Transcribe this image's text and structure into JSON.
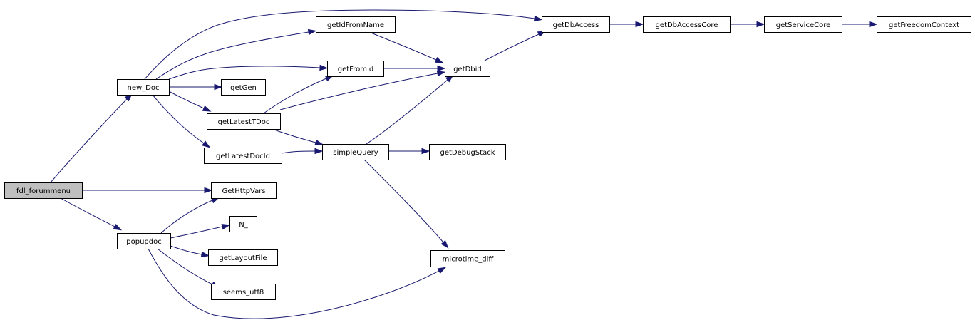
{
  "colors": {
    "edge": "#191970",
    "node_fill": "#ffffff",
    "root_fill": "#bfbfbf",
    "node_border": "#000000"
  },
  "nodes": [
    {
      "id": "fdl_forummenu",
      "label": "fdl_forummenu",
      "root": true
    },
    {
      "id": "new_Doc",
      "label": "new_Doc"
    },
    {
      "id": "popupdoc",
      "label": "popupdoc"
    },
    {
      "id": "getIdFromName",
      "label": "getIdFromName"
    },
    {
      "id": "getFromId",
      "label": "getFromId"
    },
    {
      "id": "getGen",
      "label": "getGen"
    },
    {
      "id": "getLatestTDoc",
      "label": "getLatestTDoc"
    },
    {
      "id": "getLatestDocId",
      "label": "getLatestDocId"
    },
    {
      "id": "GetHttpVars",
      "label": "GetHttpVars"
    },
    {
      "id": "N_",
      "label": "N_"
    },
    {
      "id": "getLayoutFile",
      "label": "getLayoutFile"
    },
    {
      "id": "seems_utf8",
      "label": "seems_utf8"
    },
    {
      "id": "simpleQuery",
      "label": "simpleQuery"
    },
    {
      "id": "getDbid",
      "label": "getDbid"
    },
    {
      "id": "getDebugStack",
      "label": "getDebugStack"
    },
    {
      "id": "microtime_diff",
      "label": "microtime_diff"
    },
    {
      "id": "getDbAccess",
      "label": "getDbAccess"
    },
    {
      "id": "getDbAccessCore",
      "label": "getDbAccessCore"
    },
    {
      "id": "getServiceCore",
      "label": "getServiceCore"
    },
    {
      "id": "getFreedomContext",
      "label": "getFreedomContext"
    }
  ],
  "edges": [
    {
      "from": "fdl_forummenu",
      "to": "new_Doc"
    },
    {
      "from": "fdl_forummenu",
      "to": "GetHttpVars"
    },
    {
      "from": "fdl_forummenu",
      "to": "popupdoc"
    },
    {
      "from": "new_Doc",
      "to": "getDbAccess"
    },
    {
      "from": "new_Doc",
      "to": "getIdFromName"
    },
    {
      "from": "new_Doc",
      "to": "getFromId"
    },
    {
      "from": "new_Doc",
      "to": "getGen"
    },
    {
      "from": "new_Doc",
      "to": "getLatestTDoc"
    },
    {
      "from": "new_Doc",
      "to": "getLatestDocId"
    },
    {
      "from": "getIdFromName",
      "to": "getDbid"
    },
    {
      "from": "getFromId",
      "to": "getDbid"
    },
    {
      "from": "getLatestTDoc",
      "to": "getFromId"
    },
    {
      "from": "getLatestTDoc",
      "to": "getDbid"
    },
    {
      "from": "getLatestTDoc",
      "to": "simpleQuery"
    },
    {
      "from": "getLatestDocId",
      "to": "simpleQuery"
    },
    {
      "from": "simpleQuery",
      "to": "getDbid"
    },
    {
      "from": "simpleQuery",
      "to": "getDebugStack"
    },
    {
      "from": "simpleQuery",
      "to": "microtime_diff"
    },
    {
      "from": "getDbid",
      "to": "getDbAccess"
    },
    {
      "from": "getDbAccess",
      "to": "getDbAccessCore"
    },
    {
      "from": "getDbAccessCore",
      "to": "getServiceCore"
    },
    {
      "from": "getServiceCore",
      "to": "getFreedomContext"
    },
    {
      "from": "popupdoc",
      "to": "GetHttpVars"
    },
    {
      "from": "popupdoc",
      "to": "N_"
    },
    {
      "from": "popupdoc",
      "to": "getLayoutFile"
    },
    {
      "from": "popupdoc",
      "to": "seems_utf8"
    },
    {
      "from": "popupdoc",
      "to": "microtime_diff"
    }
  ]
}
